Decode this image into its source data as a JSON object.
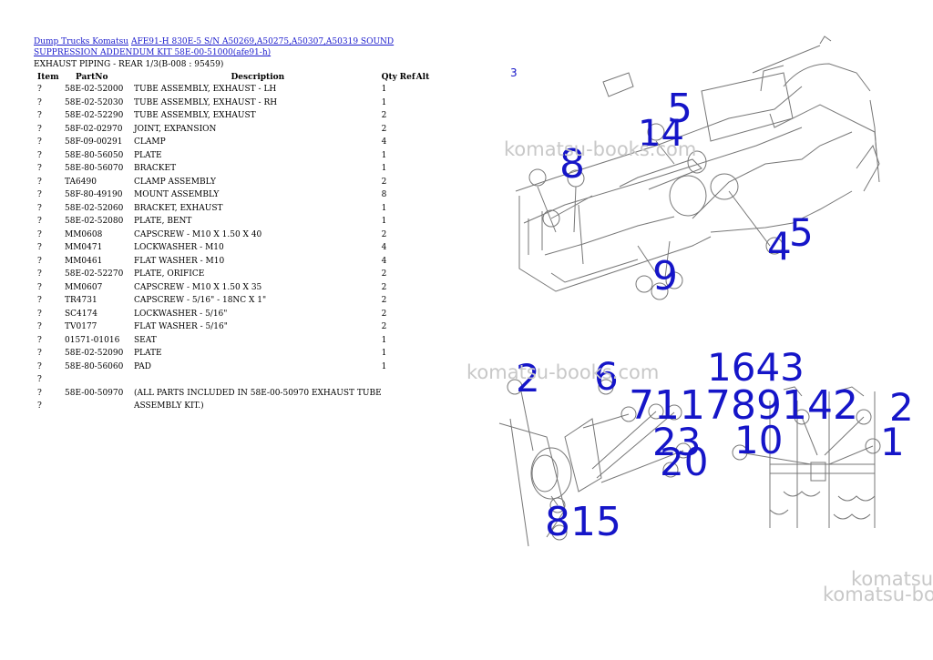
{
  "breadcrumb": {
    "link1": "Dump Trucks Komatsu",
    "link2_line1": "AFE91-H 830E-5 S/N A50269,A50275,A50307,A50319 SOUND",
    "link2_line2": "SUPPRESSION ADDENDUM KIT 58E-00-51000(afe91-h)"
  },
  "subtitle": "EXHAUST PIPING - REAR 1/3(B-008 : 95459)",
  "table": {
    "headers": {
      "item": "Item",
      "part": "PartNo",
      "desc": "Description",
      "qty": "Qty",
      "ref": "Ref",
      "alt": "Alt"
    },
    "rows": [
      {
        "item": "?",
        "part": "58E-02-52000",
        "desc": "TUBE ASSEMBLY, EXHAUST - LH",
        "qty": "1"
      },
      {
        "item": "?",
        "part": "58E-02-52030",
        "desc": "TUBE ASSEMBLY, EXHAUST - RH",
        "qty": "1"
      },
      {
        "item": "?",
        "part": "58E-02-52290",
        "desc": "TUBE ASSEMBLY, EXHAUST",
        "qty": "2"
      },
      {
        "item": "?",
        "part": "58F-02-02970",
        "desc": "JOINT, EXPANSION",
        "qty": "2"
      },
      {
        "item": "?",
        "part": "58F-09-00291",
        "desc": "CLAMP",
        "qty": "4"
      },
      {
        "item": "?",
        "part": "58E-80-56050",
        "desc": "PLATE",
        "qty": "1"
      },
      {
        "item": "?",
        "part": "58E-80-56070",
        "desc": "BRACKET",
        "qty": "1"
      },
      {
        "item": "?",
        "part": "TA6490",
        "desc": "CLAMP ASSEMBLY",
        "qty": "2"
      },
      {
        "item": "?",
        "part": "58F-80-49190",
        "desc": "MOUNT ASSEMBLY",
        "qty": "8"
      },
      {
        "item": "?",
        "part": "58E-02-52060",
        "desc": "BRACKET, EXHAUST",
        "qty": "1"
      },
      {
        "item": "?",
        "part": "58E-02-52080",
        "desc": "PLATE, BENT",
        "qty": "1"
      },
      {
        "item": "?",
        "part": "MM0608",
        "desc": "CAPSCREW - M10 X 1.50 X 40",
        "qty": "2"
      },
      {
        "item": "?",
        "part": "MM0471",
        "desc": "LOCKWASHER - M10",
        "qty": "4"
      },
      {
        "item": "?",
        "part": "MM0461",
        "desc": "FLAT WASHER - M10",
        "qty": "4"
      },
      {
        "item": "?",
        "part": "58E-02-52270",
        "desc": "PLATE, ORIFICE",
        "qty": "2"
      },
      {
        "item": "?",
        "part": "MM0607",
        "desc": "CAPSCREW - M10 X 1.50 X 35",
        "qty": "2"
      },
      {
        "item": "?",
        "part": "TR4731",
        "desc": "CAPSCREW - 5/16\" - 18NC X 1\"",
        "qty": "2"
      },
      {
        "item": "?",
        "part": "SC4174",
        "desc": "LOCKWASHER - 5/16\"",
        "qty": "2"
      },
      {
        "item": "?",
        "part": "TV0177",
        "desc": "FLAT WASHER - 5/16\"",
        "qty": "2"
      },
      {
        "item": "?",
        "part": "01571-01016",
        "desc": "SEAT",
        "qty": "1"
      },
      {
        "item": "?",
        "part": "58E-02-52090",
        "desc": "PLATE",
        "qty": "1"
      },
      {
        "item": "?",
        "part": "58E-80-56060",
        "desc": "PAD",
        "qty": "1"
      },
      {
        "item": "?",
        "part": "",
        "desc": "",
        "qty": ""
      },
      {
        "item": "?",
        "part": "58E-00-50970",
        "desc": "(ALL PARTS INCLUDED IN 58E-00-50970 EXHAUST TUBE",
        "qty": ""
      },
      {
        "item": "?",
        "part": "",
        "desc": "ASSEMBLY KIT.)",
        "qty": ""
      }
    ]
  },
  "diagram": {
    "sheet_mark": "3",
    "top_callouts": [
      "14",
      "5",
      "8",
      "4",
      "5",
      "9"
    ],
    "bottom_callouts": [
      "2",
      "6",
      "7",
      "1",
      "1",
      "7",
      "8",
      "9",
      "1",
      "4",
      "2",
      "2",
      "3",
      "2",
      "0",
      "1",
      "0",
      "8",
      "1",
      "5",
      "1",
      "6",
      "4",
      "3",
      "2",
      "1"
    ],
    "bottom_labels": [
      "2",
      "6",
      "711789142",
      "1643",
      "2",
      "23",
      "20",
      "10",
      "815",
      "1"
    ]
  },
  "watermarks": [
    "komatsu-books.com",
    "komatsu-books.com",
    "komatsu",
    "komatsu-boo"
  ],
  "colors": {
    "link": "#1a1acc",
    "callout": "#1515c8",
    "watermark": "#c8c8c8"
  }
}
